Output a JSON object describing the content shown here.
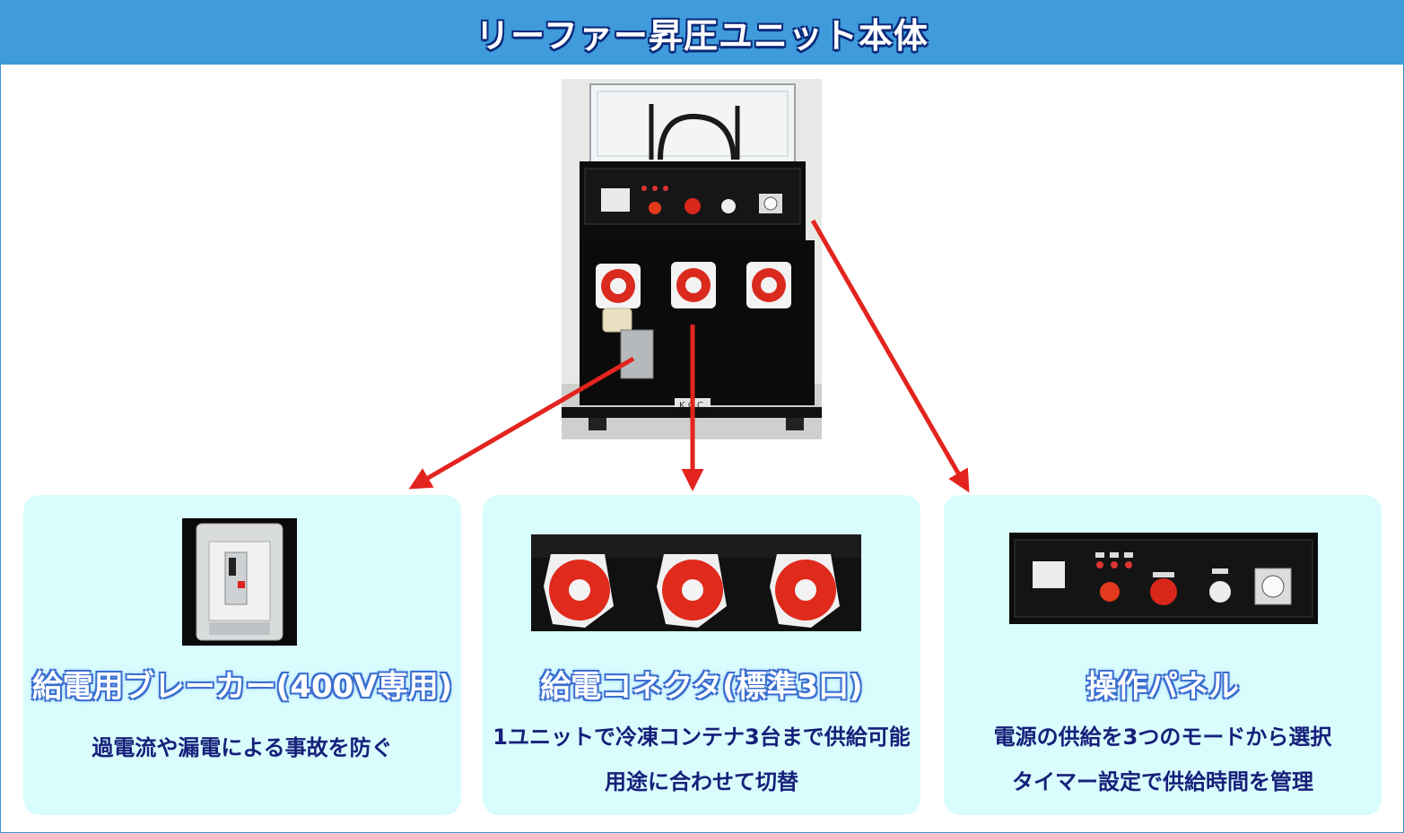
{
  "header": {
    "title": "リーファー昇圧ユニット本体"
  },
  "main_photo": {
    "brand_plate": "K.C.C."
  },
  "cards": [
    {
      "title": "給電用ブレーカー(400V専用)",
      "lines": [
        "過電流や漏電による事故を防ぐ"
      ]
    },
    {
      "title": "給電コネクタ(標準3口)",
      "lines": [
        "1ユニットで冷凍コンテナ3台まで供給可能",
        "用途に合わせて切替"
      ]
    },
    {
      "title": "操作パネル",
      "lines": [
        "電源の供給を3つのモードから選択",
        "タイマー設定で供給時間を管理"
      ]
    }
  ],
  "colors": {
    "header_bg": "#3f9bdc",
    "card_bg": "#d9fcfd",
    "arrow": "#e3241e",
    "desc_text": "#16207a"
  }
}
